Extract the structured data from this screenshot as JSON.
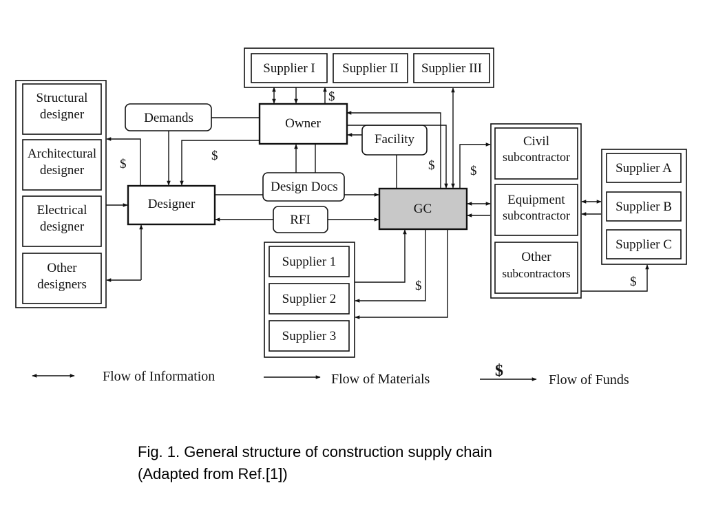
{
  "diagram": {
    "suppliers_top": [
      "Supplier I",
      "Supplier II",
      "Supplier III"
    ],
    "owner": "Owner",
    "demands": "Demands",
    "facility": "Facility",
    "designer": "Designer",
    "design_docs": "Design Docs",
    "rfi": "RFI",
    "gc": "GC",
    "designers": [
      [
        "Structural",
        "designer"
      ],
      [
        "Architectural",
        "designer"
      ],
      [
        "Electrical",
        "designer"
      ],
      [
        "Other",
        "designers"
      ]
    ],
    "subcontractors": [
      [
        "Civil",
        "subcontractor"
      ],
      [
        "Equipment",
        "subcontractor"
      ],
      [
        "Other",
        "subcontractors"
      ]
    ],
    "suppliers_right": [
      "Supplier A",
      "Supplier B",
      "Supplier C"
    ],
    "suppliers_bottom": [
      "Supplier 1",
      "Supplier 2",
      "Supplier 3"
    ],
    "money_symbol": "$",
    "legend": {
      "information": "Flow of Information",
      "materials": "Flow of Materials",
      "funds": "Flow of Funds",
      "funds_symbol": "$"
    },
    "colors": {
      "gc_fill": "#c8c8c8",
      "line": "#111111"
    }
  },
  "caption": {
    "line1": "Fig. 1. General structure of construction supply chain",
    "line2": "(Adapted from Ref.[1])"
  }
}
